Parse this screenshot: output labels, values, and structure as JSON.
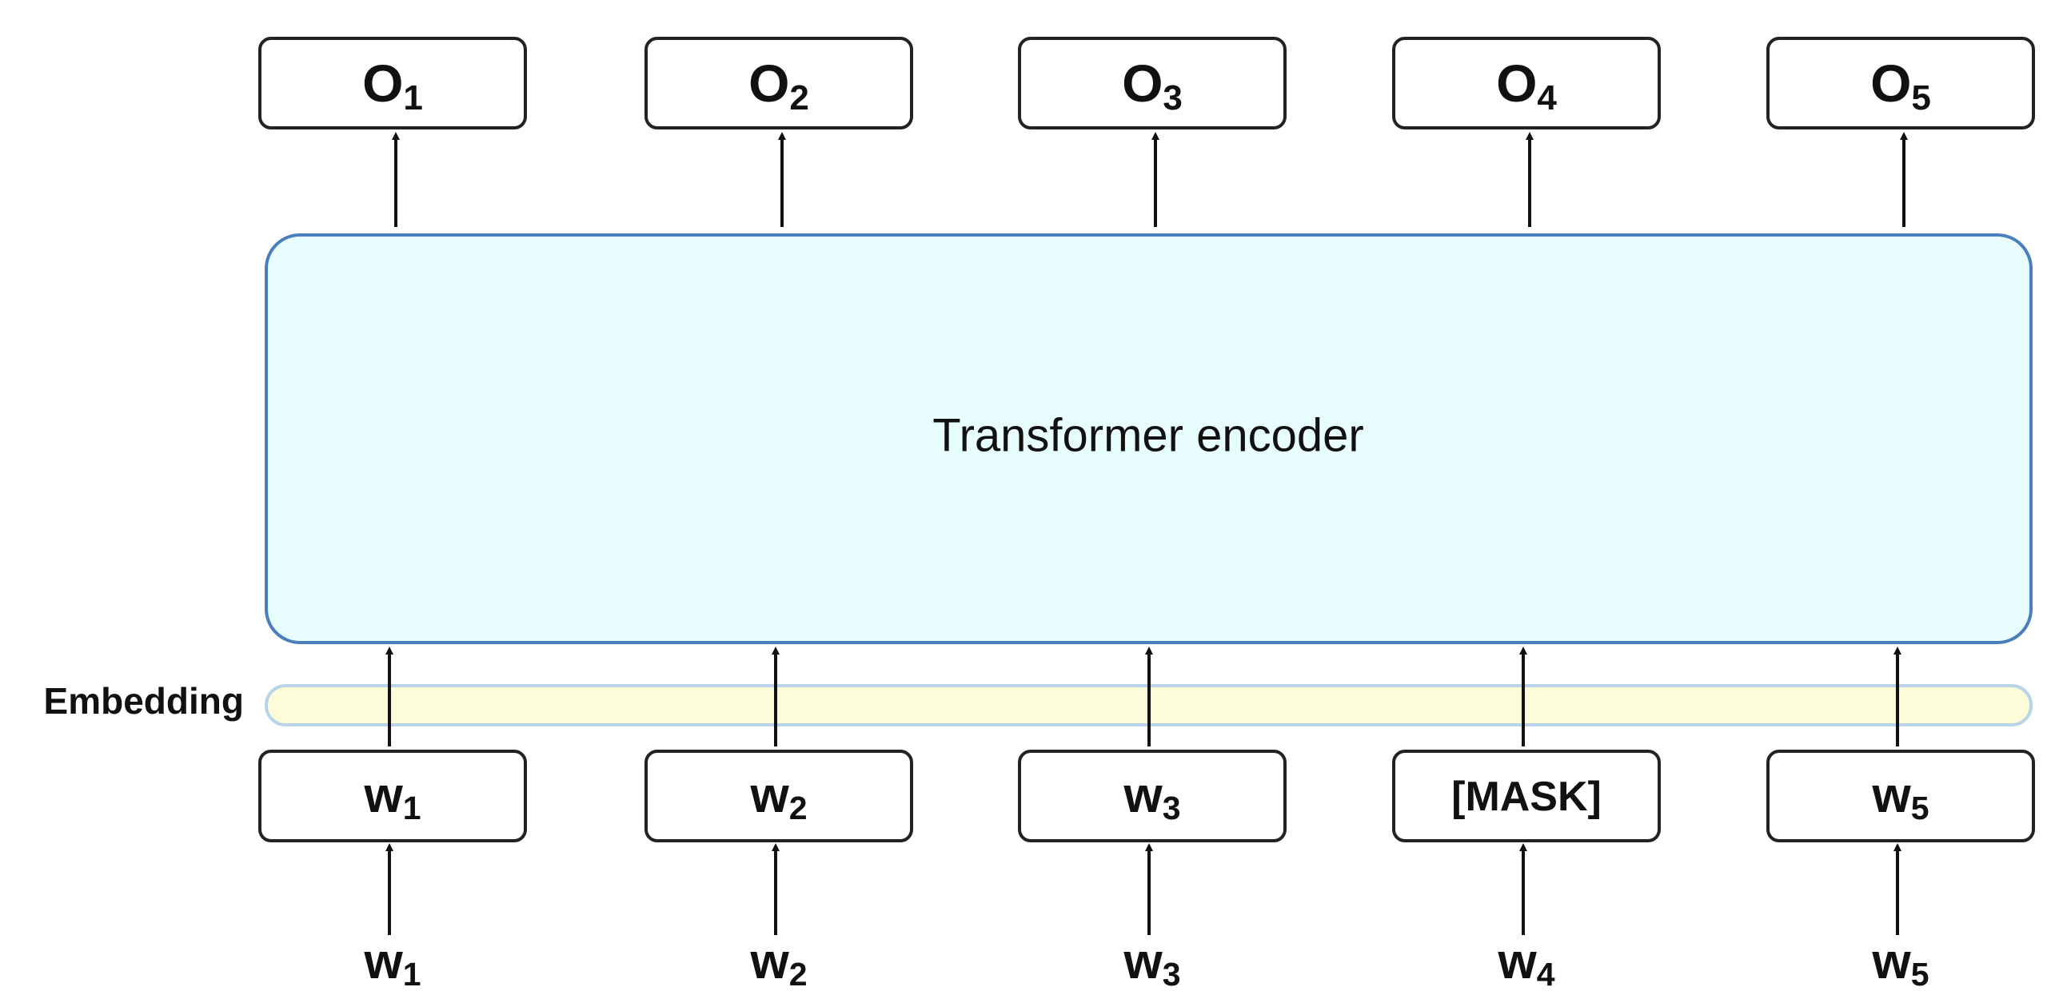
{
  "colors": {
    "encoder_fill": "#e8fdfd",
    "encoder_stroke": "#4a7fbd",
    "embedding_fill": "#fdfcd8",
    "embedding_stroke": "#b9d3e8",
    "box_stroke": "#222222",
    "arrow": "#111111"
  },
  "encoder": {
    "label": "Transformer encoder"
  },
  "embedding": {
    "label": "Embedding"
  },
  "outputs": [
    {
      "base": "O",
      "sub": "1"
    },
    {
      "base": "O",
      "sub": "2"
    },
    {
      "base": "O",
      "sub": "3"
    },
    {
      "base": "O",
      "sub": "4"
    },
    {
      "base": "O",
      "sub": "5"
    }
  ],
  "tokens": [
    {
      "base": "w",
      "sub": "1"
    },
    {
      "base": "w",
      "sub": "2"
    },
    {
      "base": "w",
      "sub": "3"
    },
    {
      "base": "[MASK]",
      "sub": ""
    },
    {
      "base": "w",
      "sub": "5"
    }
  ],
  "inputs": [
    {
      "base": "w",
      "sub": "1"
    },
    {
      "base": "w",
      "sub": "2"
    },
    {
      "base": "w",
      "sub": "3"
    },
    {
      "base": "w",
      "sub": "4"
    },
    {
      "base": "w",
      "sub": "5"
    }
  ]
}
